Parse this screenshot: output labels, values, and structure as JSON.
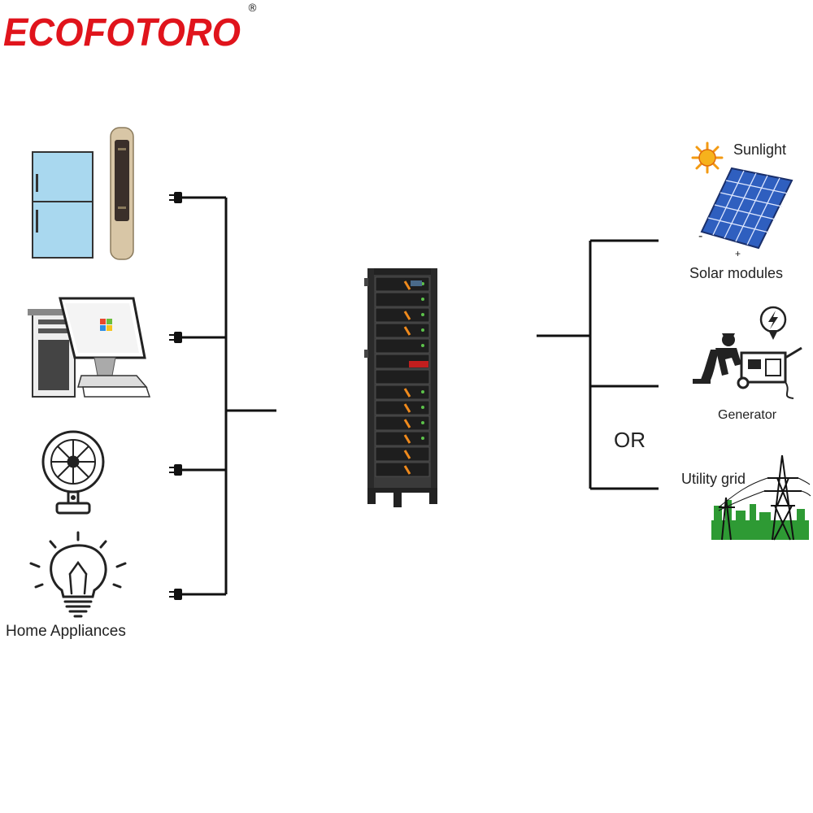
{
  "brand": {
    "name": "ECOFOTORO",
    "registered_mark": "®"
  },
  "loads": {
    "caption": "Home Appliances",
    "items": [
      {
        "icon": "refrigerator-icon"
      },
      {
        "icon": "tower-air-conditioner-icon"
      },
      {
        "icon": "desktop-computer-icon"
      },
      {
        "icon": "desk-fan-icon"
      },
      {
        "icon": "light-bulb-icon"
      }
    ]
  },
  "storage": {
    "icon": "battery-rack-icon"
  },
  "sources": {
    "sunlight": "Sunlight",
    "solar_modules": "Solar modules",
    "solar_negative": "-",
    "solar_positive": "+",
    "generator": "Generator",
    "or_text": "OR",
    "utility_grid": "Utility grid"
  },
  "colors": {
    "brand_red": "#e0141c",
    "line": "#111111",
    "fridge": "#a9d8ef",
    "solar_blue": "#2f5fbf",
    "sun": "#f39a12",
    "grid_green": "#2e9a34",
    "battery_accent": "#f08a1c",
    "battery_led": "#5cc24a"
  }
}
